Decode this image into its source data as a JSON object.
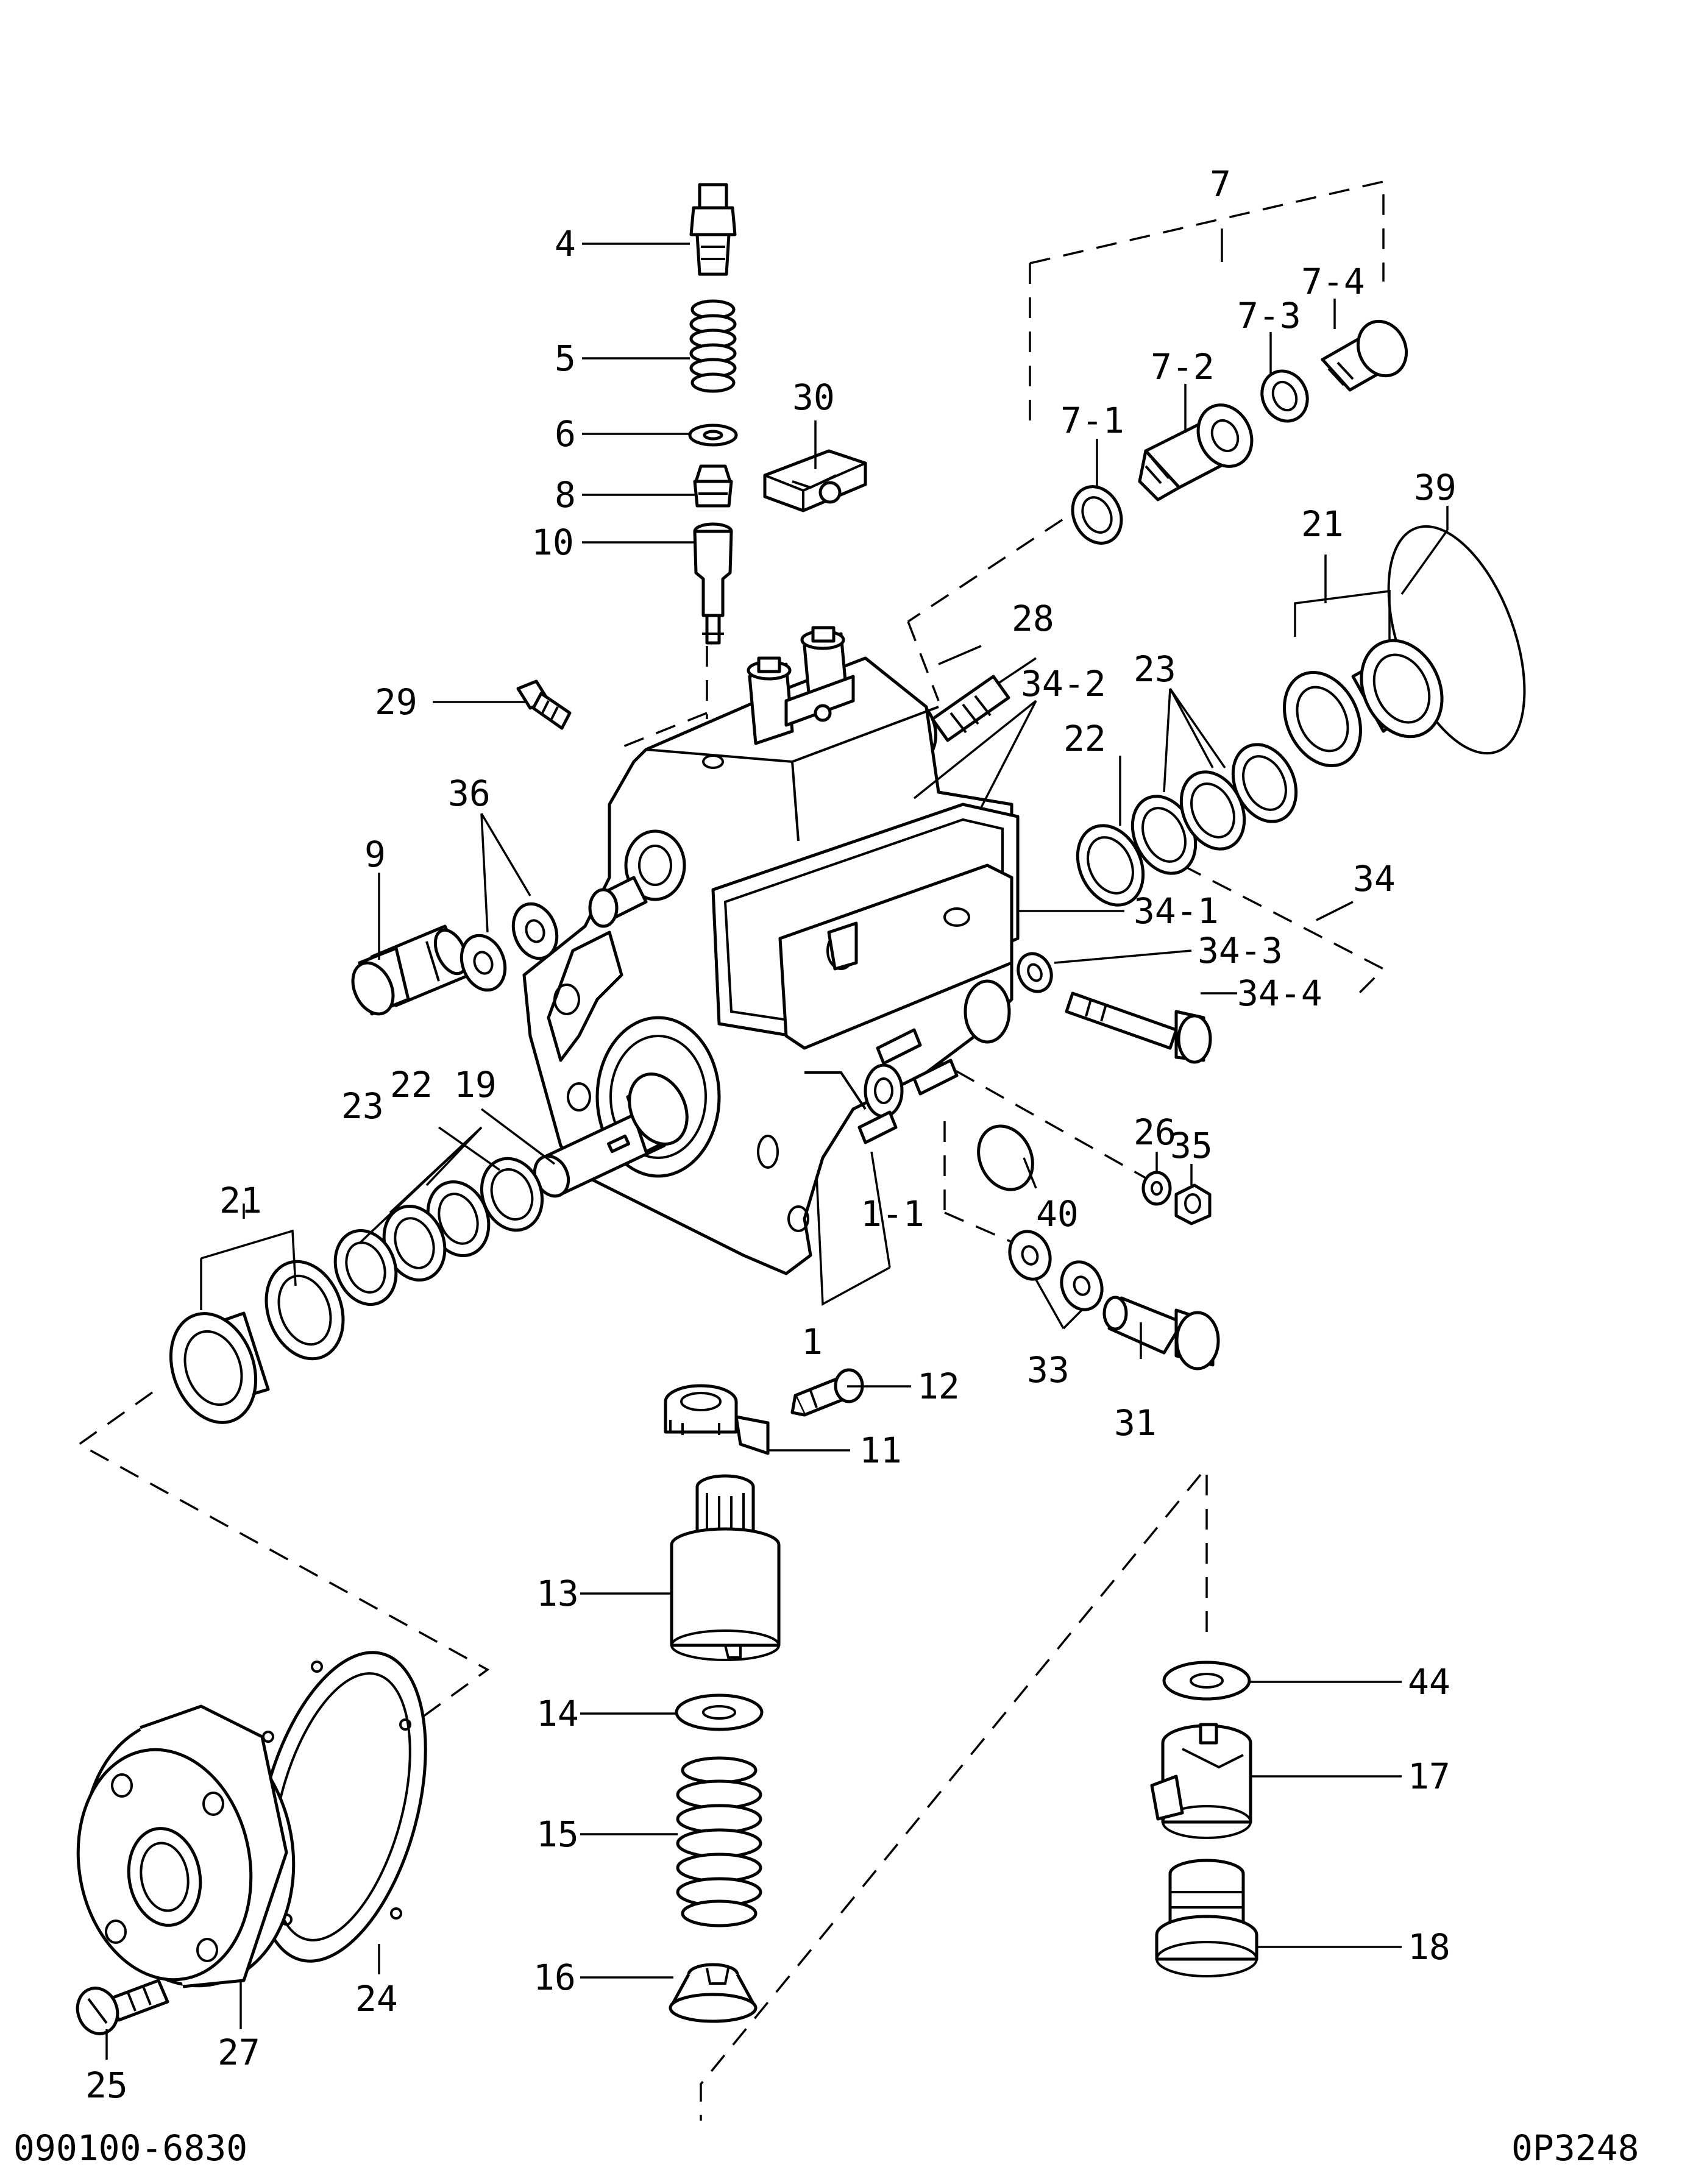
{
  "diagram": {
    "callouts": [
      "4",
      "5",
      "6",
      "8",
      "10",
      "30",
      "7",
      "7-1",
      "7-2",
      "7-3",
      "7-4",
      "39",
      "21",
      "28",
      "29",
      "34-2",
      "23",
      "22",
      "36",
      "9",
      "34-1",
      "34",
      "34-3",
      "34-4",
      "23",
      "22",
      "19",
      "26",
      "35",
      "21",
      "1-1",
      "40",
      "1",
      "33",
      "31",
      "12",
      "11",
      "13",
      "14",
      "15",
      "16",
      "44",
      "17",
      "18",
      "24",
      "27",
      "25"
    ],
    "footer_left": "090100-6830",
    "footer_right": "0P3248"
  }
}
